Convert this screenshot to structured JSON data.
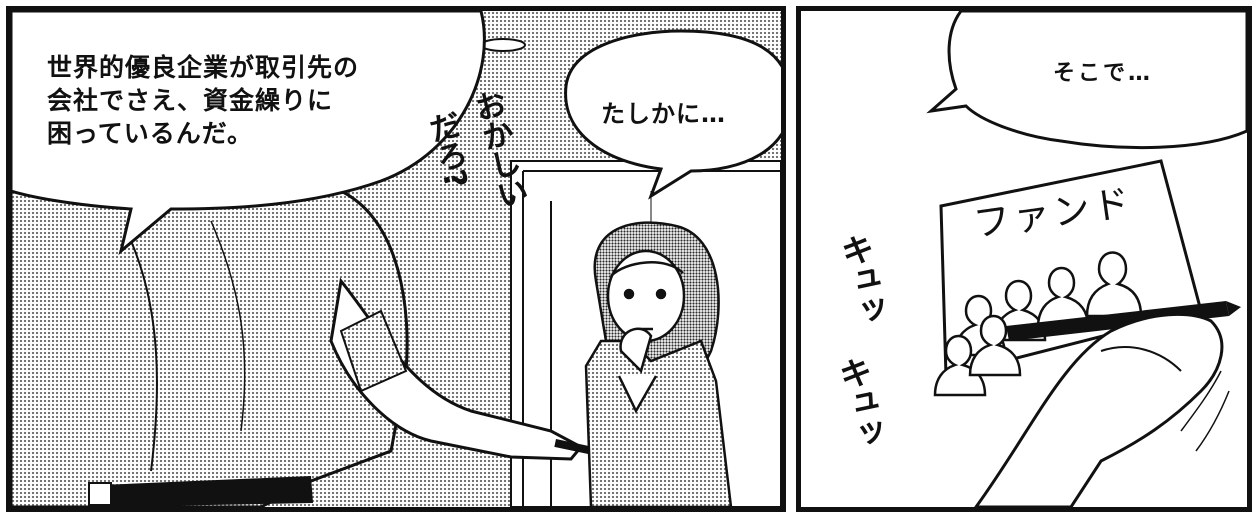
{
  "panels": {
    "left": {
      "speech_main_lines": [
        "世界的優良企業が取引先の",
        "会社でさえ、資金繰りに",
        "困っているんだ。"
      ],
      "sfx_line1": "おかしい",
      "sfx_line2": "だろ?",
      "speech_woman": "たしかに…"
    },
    "right": {
      "speech": "そこで…",
      "sign_text": "ファンド",
      "sfx_1": "キュッ",
      "sfx_2": "キュッ"
    }
  },
  "colors": {
    "ink": "#111111",
    "screentone": "#bfbfbf",
    "paper": "#ffffff"
  }
}
